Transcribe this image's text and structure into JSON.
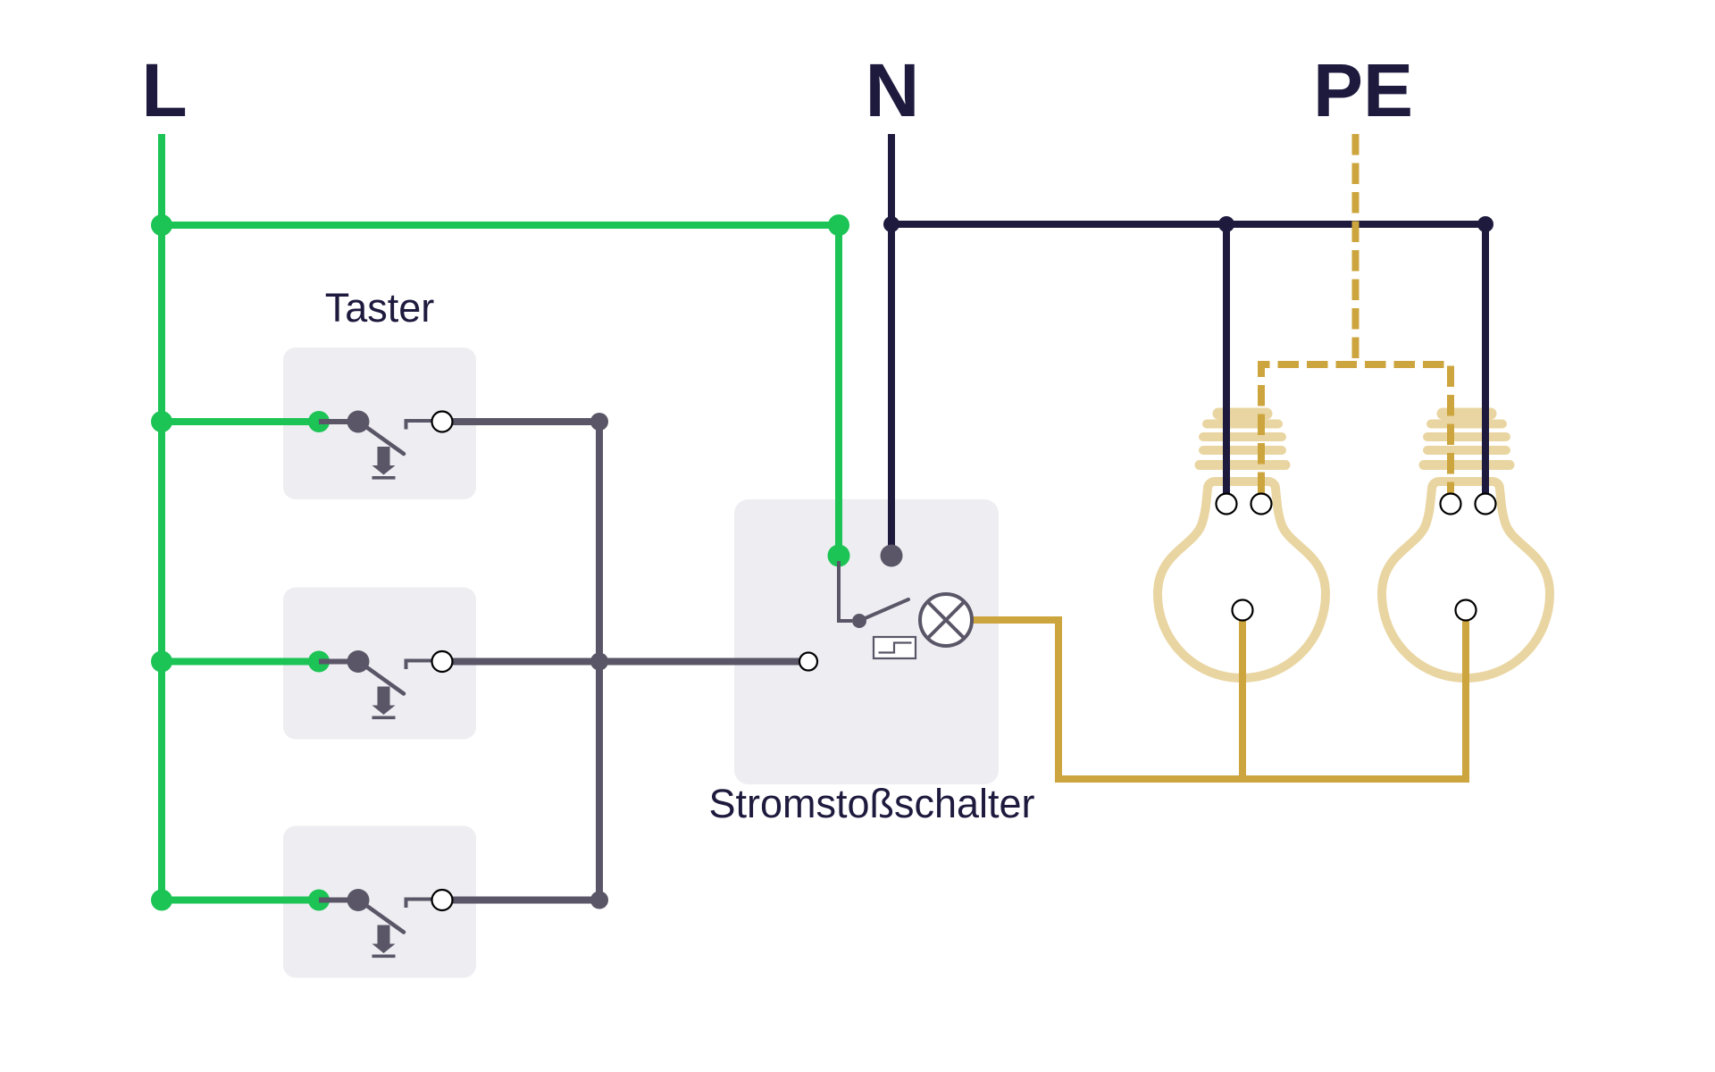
{
  "diagram": {
    "type": "electrical-schematic",
    "description_semantics": "impulse relay lighting circuit: three push buttons on L switch a latching relay that powers two lamps"
  },
  "labels": {
    "feeder_l": "L",
    "feeder_n": "N",
    "feeder_pe": "PE",
    "pushbutton": "Taster",
    "impulse_relay": "Stromstoßschalter"
  },
  "colors": {
    "background": "#ffffff",
    "green": "#1bc454",
    "navy": "#1e1a3e",
    "slate": "#5a5667",
    "gold": "#cda53e",
    "tan": "#e9d5a1",
    "panel": "#ededf2",
    "ring": "#000000"
  },
  "icons": [
    "pushbutton-contact-icon",
    "press-arrow-icon",
    "relay-contact-icon",
    "relay-coil-lamp-icon",
    "impulse-step-icon",
    "light-bulb-icon"
  ]
}
